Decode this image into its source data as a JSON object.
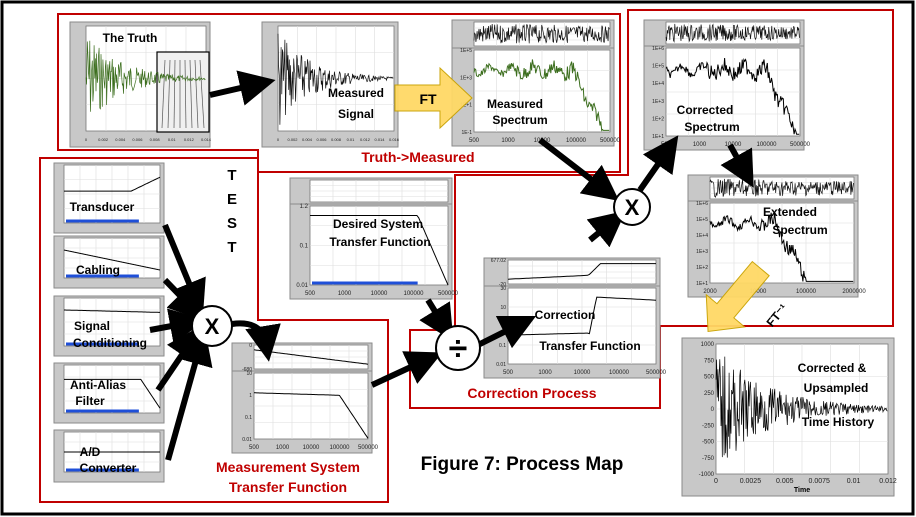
{
  "figure": {
    "caption": "Figure 7: Process Map"
  },
  "regions": {
    "truth_measured": "Truth->Measured",
    "test": "TEST",
    "measurement_system": [
      "Measurement System",
      "Transfer Function"
    ],
    "correction_process": "Correction Process"
  },
  "labels": {
    "the_truth": "The Truth",
    "measured_signal": [
      "Measured",
      "Signal"
    ],
    "ft": "FT",
    "measured_spectrum": [
      "Measured",
      "Spectrum"
    ],
    "corrected_spectrum": [
      "Corrected",
      "Spectrum"
    ],
    "extended_spectrum": [
      "Extended",
      "Spectrum"
    ],
    "ft_inverse": "FT⁻¹",
    "desired_tf": [
      "Desired System",
      "Transfer Function"
    ],
    "correction_tf": [
      "Correction",
      "Transfer Function"
    ],
    "corrected_upsampled": [
      "Corrected &",
      "Upsampled",
      "Time History"
    ],
    "transducer": "Transducer",
    "cabling": "Cabling",
    "signal_conditioning": [
      "Signal",
      "Conditioning"
    ],
    "anti_alias": [
      "Anti-Alias",
      "Filter"
    ],
    "adc": [
      "A/D",
      "Converter"
    ]
  },
  "operators": {
    "multiply": "X",
    "divide": "÷"
  },
  "ticks": {
    "truth_x": [
      "0",
      "0.002",
      "0.004",
      "0.006",
      "0.008",
      "0.01",
      "0.012",
      "0.014"
    ],
    "measured_x": [
      "0",
      "0.002",
      "0.004",
      "0.006",
      "0.008",
      "0.01",
      "0.012",
      "0.014",
      "0.016"
    ],
    "freq_500k": [
      "500",
      "1000",
      "10000",
      "100000",
      "500000"
    ],
    "meas_spec_y": [
      "1E+5",
      "1E+3",
      "1E+1",
      "1E-1"
    ],
    "corr_spec_y": [
      "1E+6",
      "1E+5",
      "1E+4",
      "1E+3",
      "1E+2",
      "1E+1"
    ],
    "ext_spec_y": [
      "1E+6",
      "1E+5",
      "1E+4",
      "1E+3",
      "1E+2",
      "1E+1"
    ],
    "ext_spec_x": [
      "2000",
      "10000",
      "100000",
      "2000000"
    ],
    "desired_y": [
      "1.2",
      "0.1",
      "0.01"
    ],
    "desired_x": [
      "500",
      "1000",
      "10000",
      "100000",
      "500000"
    ],
    "correction_top_y": [
      "677.02",
      "-20"
    ],
    "correction_y": [
      "30",
      "10",
      "1",
      "0.1",
      "0.01"
    ],
    "correction_x": [
      "500",
      "1000",
      "10000",
      "100000",
      "500000"
    ],
    "mstf_top_y": [
      "0",
      "-680"
    ],
    "mstf_y": [
      "10",
      "1",
      "0.1",
      "0.01"
    ],
    "mstf_x": [
      "500",
      "1000",
      "10000",
      "100000",
      "500000"
    ],
    "final_y": [
      "1000",
      "750",
      "500",
      "250",
      "0",
      "-250",
      "-500",
      "-750",
      "-1000"
    ],
    "final_x": [
      "0",
      "0.0025",
      "0.005",
      "0.0075",
      "0.01",
      "0.012"
    ],
    "final_xlabel": "Time"
  },
  "colors": {
    "region_border": "#c00000",
    "region_text": "#c00000",
    "truth_trace": "#3c6e1e",
    "arrow_fill": "#ffd966",
    "panel_bg": "#c8c8c8",
    "plot_bg": "#ffffff"
  }
}
